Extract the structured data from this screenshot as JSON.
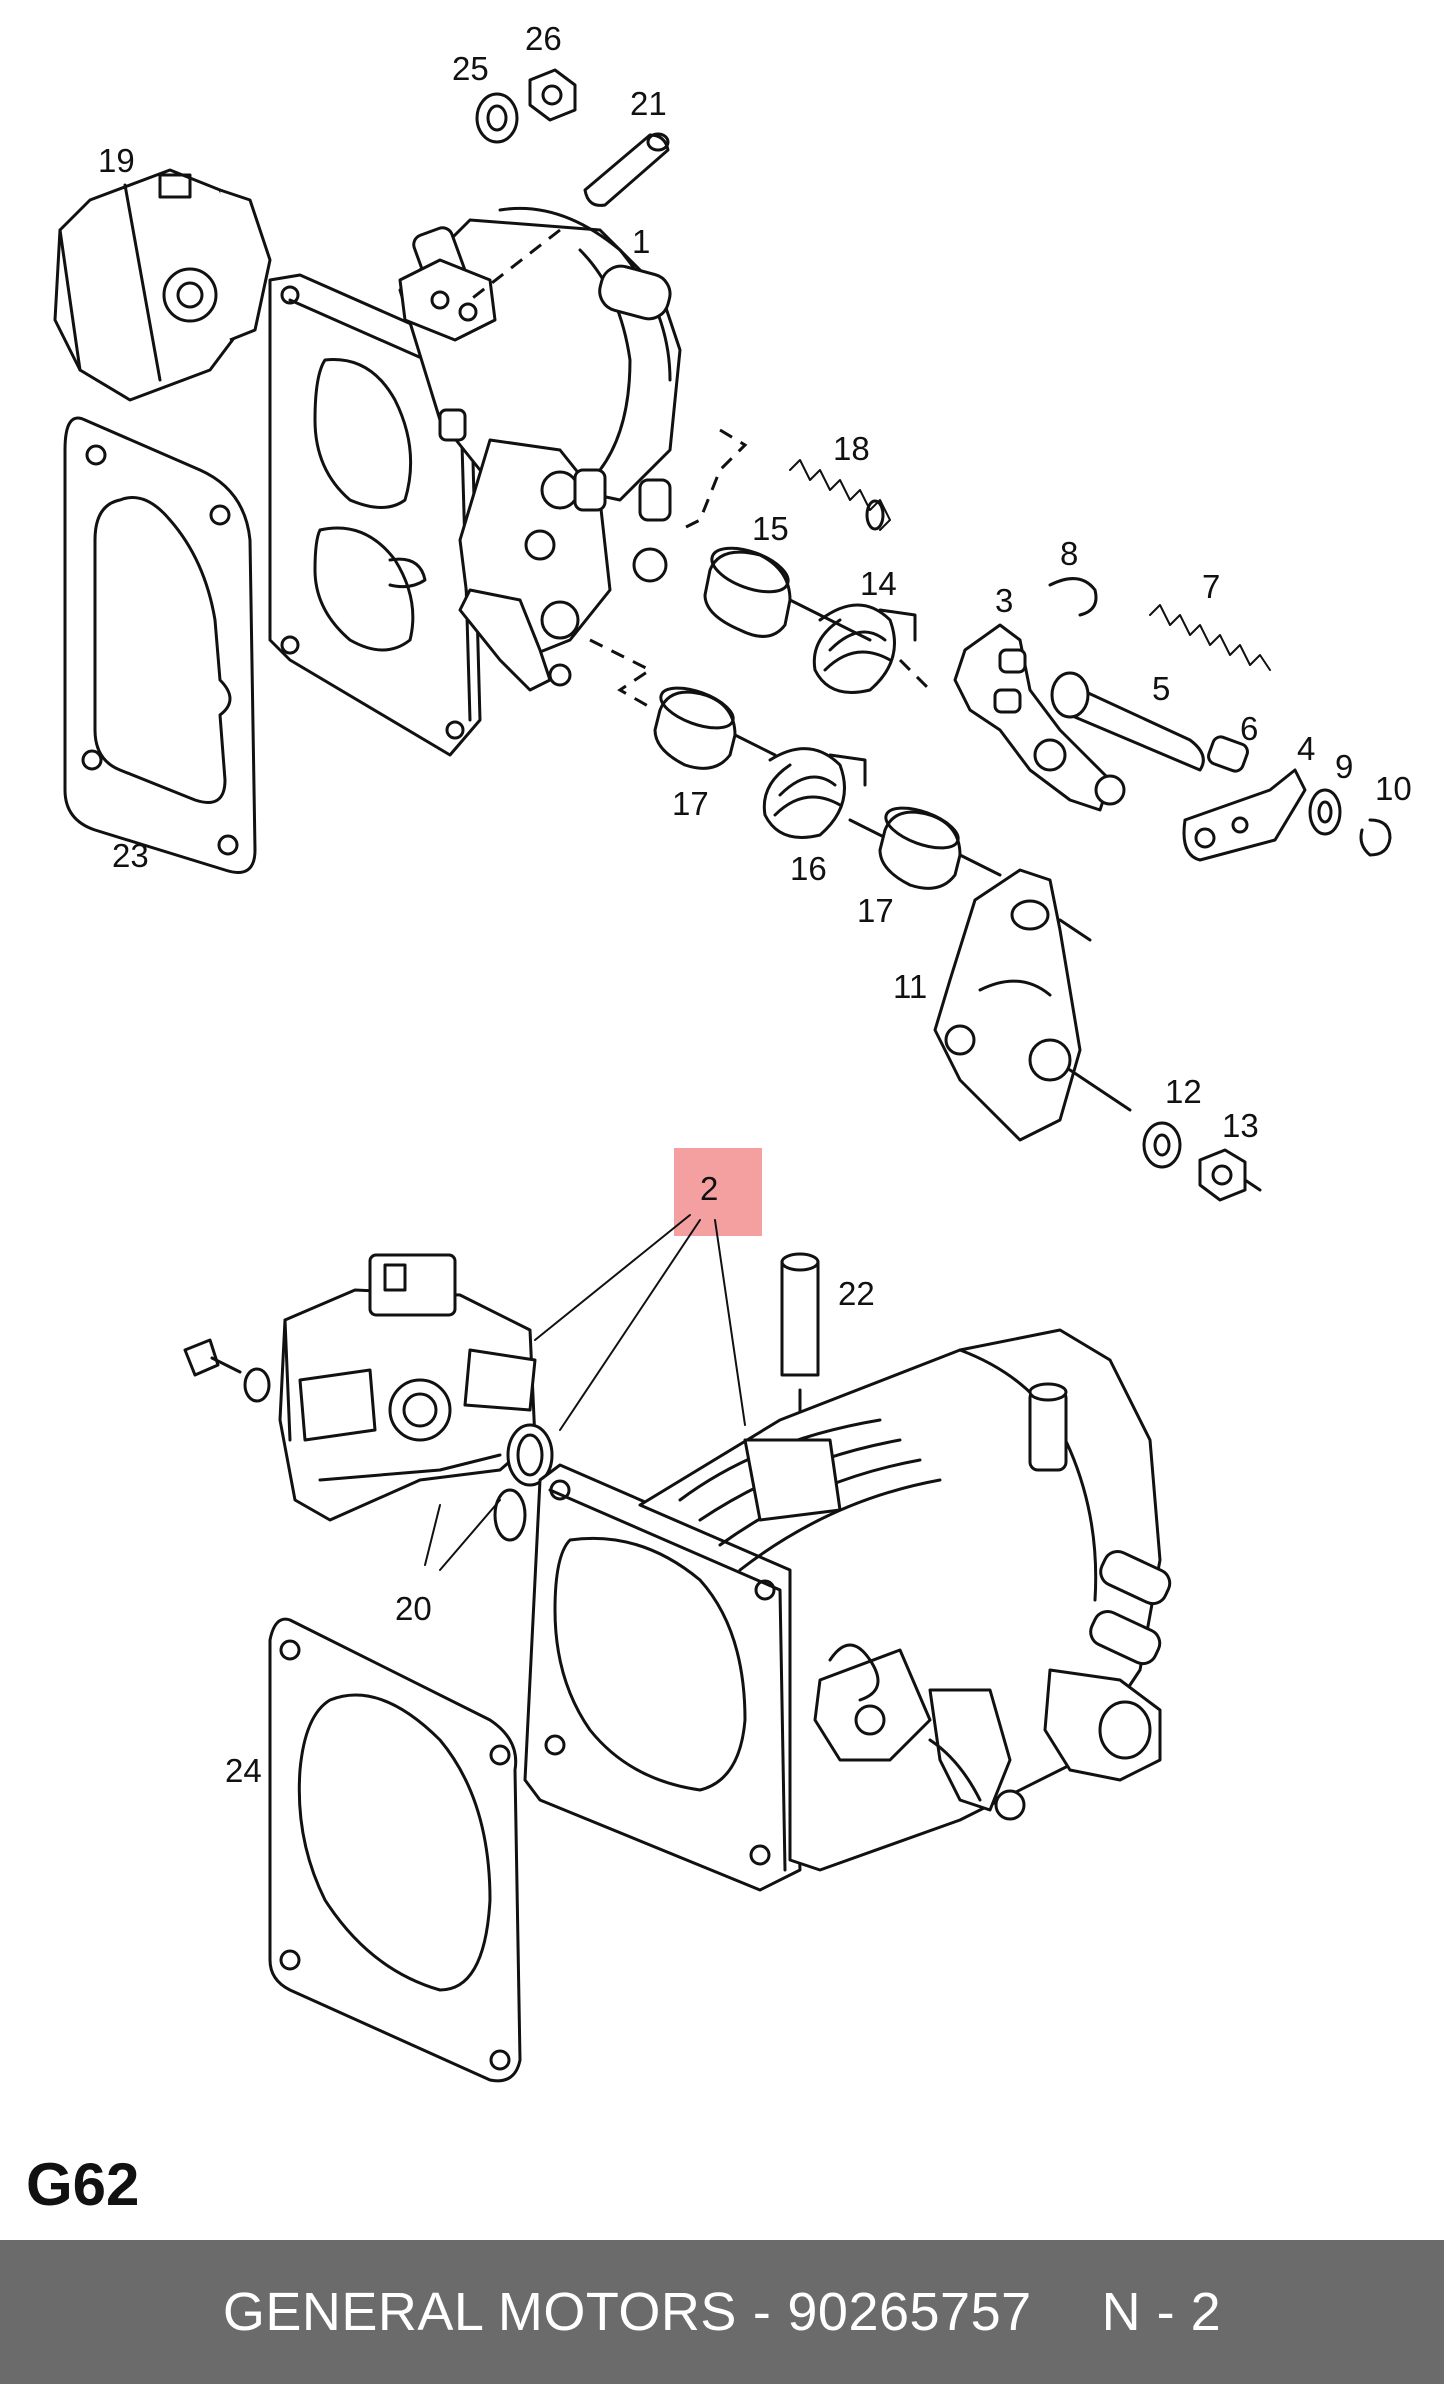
{
  "diagram": {
    "page_code": "G62",
    "highlight_label": "2",
    "highlight_color": "#f4a0a0",
    "part_labels": {
      "p1": "1",
      "p2": "2",
      "p3": "3",
      "p4": "4",
      "p5": "5",
      "p6": "6",
      "p7": "7",
      "p8": "8",
      "p9": "9",
      "p10": "10",
      "p11": "11",
      "p12": "12",
      "p13": "13",
      "p14": "14",
      "p15": "15",
      "p16": "16",
      "p17a": "17",
      "p17b": "17",
      "p18": "18",
      "p19": "19",
      "p20": "20",
      "p21": "21",
      "p22": "22",
      "p23": "23",
      "p24": "24",
      "p25": "25",
      "p26": "26"
    }
  },
  "footer": {
    "brand": "GENERAL MOTORS",
    "dash": "-",
    "part_number": "90265757",
    "suffix": "N - 2",
    "background": "#6b6b6b"
  }
}
